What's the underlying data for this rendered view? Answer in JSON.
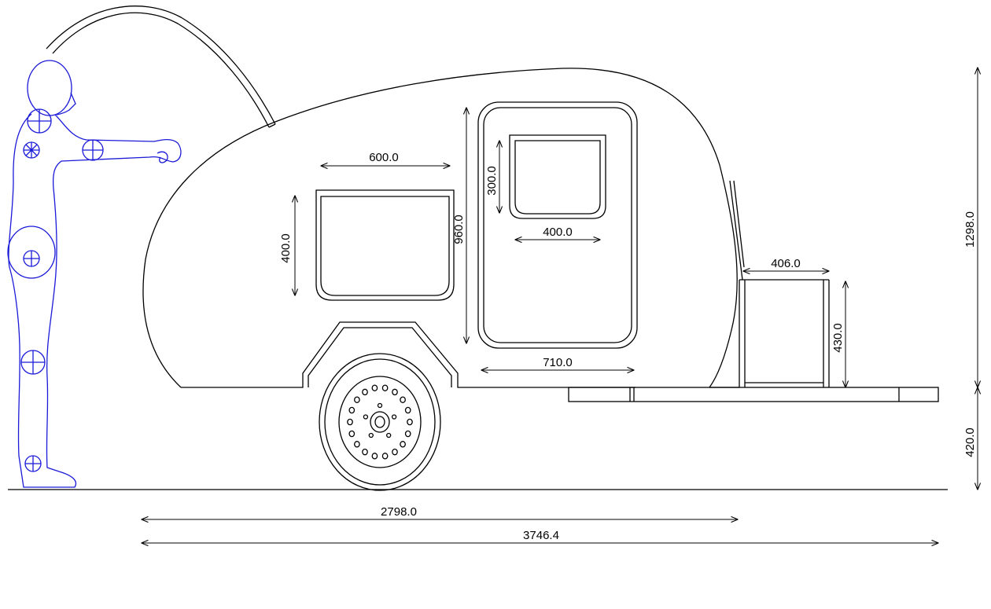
{
  "dimensions": {
    "window_width": "600.0",
    "window_height": "400.0",
    "door_height": "960.0",
    "door_window_height": "300.0",
    "door_window_width": "400.0",
    "door_width": "710.0",
    "galley_width": "406.0",
    "galley_height": "430.0",
    "body_height": "1298.0",
    "ground_clearance": "420.0",
    "body_length": "2798.0",
    "overall_length": "3746.4"
  },
  "colors": {
    "drawing": "#000000",
    "human_figure": "#1a1ad8",
    "background": "#ffffff"
  }
}
